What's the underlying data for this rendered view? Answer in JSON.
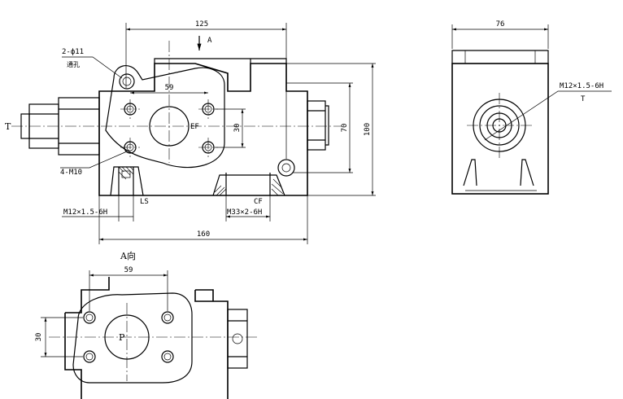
{
  "front_view": {
    "dim_width_top": "125",
    "view_arrow": "A",
    "hole_note_count": "2-ф11",
    "hole_note_through": "通孔",
    "dim_bolt_pitch": "59",
    "port_ef": "EF",
    "dim_bolt_vertical": "30",
    "dim_height_70": "70",
    "dim_height_100": "100",
    "port_t": "T",
    "thread_note_m10": "4-M10",
    "port_ls": "LS",
    "port_cf": "CF",
    "thread_ls": "M12×1.5-6H",
    "thread_cf": "M33×2-6H",
    "dim_length": "160"
  },
  "side_view": {
    "dim_width": "76",
    "thread_t": "M12×1.5-6H",
    "port_t": "T"
  },
  "bottom_view": {
    "title": "A向",
    "dim_bolt_pitch": "59",
    "dim_bolt_vertical": "30",
    "port_p": "P"
  }
}
